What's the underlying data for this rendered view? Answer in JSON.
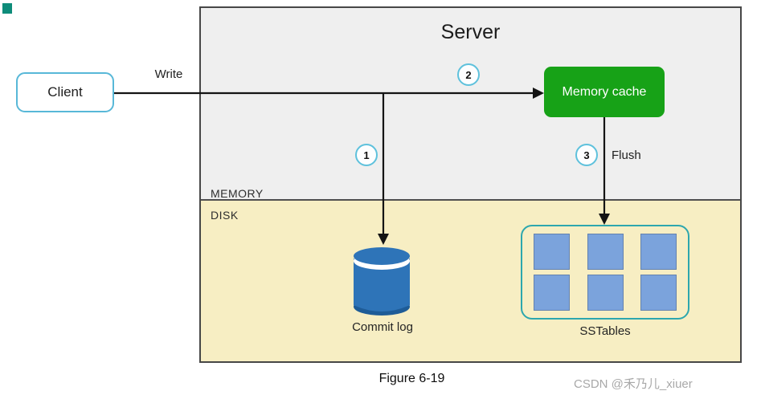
{
  "page": {
    "brand_square_color": "#0e8c7a",
    "background": "#ffffff"
  },
  "diagram": {
    "client": {
      "label": "Client",
      "border_color": "#58b8d8"
    },
    "server": {
      "title": "Server",
      "memory_label": "MEMORY",
      "disk_label": "DISK",
      "memory_bg": "#efefef",
      "disk_bg": "#f7eec3",
      "border_color": "#474747"
    },
    "memory_cache": {
      "label": "Memory cache",
      "bg": "#17a217",
      "text_color": "#ffffff"
    },
    "commit_log": {
      "label": "Commit log",
      "body_color": "#2e74b8",
      "rim_color": "#1e5c97"
    },
    "sstables": {
      "label": "SSTables",
      "border_color": "#2da7ae",
      "square_color": "#7ba3dc",
      "square_count": 6
    },
    "arrows": {
      "write_label": "Write",
      "flush_label": "Flush",
      "line_color": "#141414"
    },
    "steps": [
      "1",
      "2",
      "3"
    ],
    "step_circle_border": "#5ec1dc"
  },
  "caption": {
    "figure_label": "Figure 6-19"
  },
  "watermark": {
    "text": "CSDN @禾乃儿_xiuer",
    "color": "#a8a8a8"
  }
}
